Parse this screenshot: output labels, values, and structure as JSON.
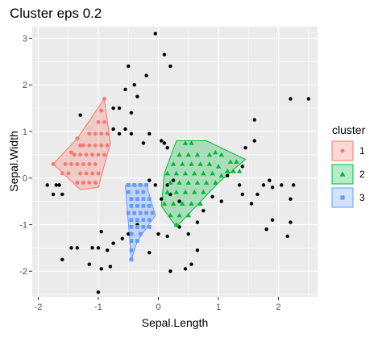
{
  "chart_data": {
    "type": "scatter",
    "title": "Cluster eps 0.2",
    "xlabel": "Sepal.Length",
    "ylabel": "Sepal.Width",
    "xlim": [
      -2.1,
      2.65
    ],
    "ylim": [
      -2.55,
      3.25
    ],
    "x_ticks": [
      -2,
      -1,
      0,
      1,
      2
    ],
    "y_ticks": [
      -2,
      -1,
      0,
      1,
      2,
      3
    ],
    "x_tick_labels": [
      "-2",
      "-1",
      "0",
      "1",
      "2"
    ],
    "y_tick_labels": [
      "-2",
      "-1",
      "0",
      "1",
      "2",
      "3"
    ],
    "grid": true,
    "panel_background": "#ebebeb",
    "grid_color": "#ffffff",
    "legend": {
      "title": "cluster",
      "position": "right",
      "items": [
        {
          "label": "1",
          "color": "#F8766D",
          "fill": "#F8766D",
          "shape": "circle"
        },
        {
          "label": "2",
          "color": "#00BA38",
          "fill": "#00BA38",
          "shape": "triangle"
        },
        {
          "label": "3",
          "color": "#619CFF",
          "fill": "#619CFF",
          "shape": "square"
        }
      ]
    },
    "noise": {
      "color": "#000000",
      "shape": "circle",
      "points": [
        [
          -0.05,
          3.1
        ],
        [
          -0.5,
          2.4
        ],
        [
          -0.4,
          2.0
        ],
        [
          -0.2,
          2.2
        ],
        [
          0.1,
          2.65
        ],
        [
          0.2,
          2.4
        ],
        [
          -1.3,
          1.35
        ],
        [
          -0.75,
          1.5
        ],
        [
          -0.65,
          1.5
        ],
        [
          -0.55,
          1.9
        ],
        [
          -0.45,
          1.4
        ],
        [
          -0.35,
          1.75
        ],
        [
          -0.75,
          1.05
        ],
        [
          -0.65,
          0.95
        ],
        [
          -0.55,
          1.05
        ],
        [
          -0.45,
          0.95
        ],
        [
          -0.25,
          0.75
        ],
        [
          -0.15,
          0.95
        ],
        [
          0.05,
          0.8
        ],
        [
          0.1,
          0.75
        ],
        [
          0.15,
          0.65
        ],
        [
          -1.7,
          -0.15
        ],
        [
          -1.6,
          -0.35
        ],
        [
          -1.75,
          -0.35
        ],
        [
          -1.85,
          -0.15
        ],
        [
          -1.65,
          -0.15
        ],
        [
          -0.15,
          -0.05
        ],
        [
          -0.05,
          -0.15
        ],
        [
          0.15,
          -0.15
        ],
        [
          0.25,
          -0.05
        ],
        [
          0.05,
          -0.45
        ],
        [
          0.2,
          -0.35
        ],
        [
          0.35,
          -0.5
        ],
        [
          0.0,
          -1.2
        ],
        [
          0.15,
          -1.25
        ],
        [
          0.35,
          -1.05
        ],
        [
          0.65,
          -0.95
        ],
        [
          0.75,
          -0.7
        ],
        [
          -1.0,
          -1.5
        ],
        [
          -1.1,
          -1.5
        ],
        [
          -1.35,
          -1.5
        ],
        [
          -1.45,
          -1.5
        ],
        [
          -0.85,
          -1.55
        ],
        [
          -0.95,
          -1.15
        ],
        [
          -0.75,
          -1.4
        ],
        [
          -0.6,
          -1.3
        ],
        [
          -0.5,
          -1.2
        ],
        [
          -0.35,
          -1.0
        ],
        [
          -1.15,
          -1.85
        ],
        [
          -1.6,
          -1.75
        ],
        [
          -0.95,
          -1.95
        ],
        [
          -0.8,
          -1.9
        ],
        [
          -0.15,
          -1.6
        ],
        [
          0.2,
          -2.0
        ],
        [
          0.45,
          -1.95
        ],
        [
          0.55,
          -1.85
        ],
        [
          0.65,
          -1.55
        ],
        [
          0.5,
          -1.2
        ],
        [
          -1.0,
          -2.45
        ],
        [
          0.9,
          -0.4
        ],
        [
          1.15,
          0.05
        ],
        [
          1.35,
          -0.15
        ],
        [
          1.4,
          0.25
        ],
        [
          1.45,
          0.65
        ],
        [
          1.6,
          1.25
        ],
        [
          1.6,
          0.8
        ],
        [
          1.75,
          -0.15
        ],
        [
          1.65,
          -0.35
        ],
        [
          1.85,
          -0.05
        ],
        [
          2.05,
          -0.15
        ],
        [
          2.25,
          -0.15
        ],
        [
          2.2,
          -0.45
        ],
        [
          1.9,
          -0.9
        ],
        [
          2.2,
          -0.95
        ],
        [
          1.55,
          -0.55
        ],
        [
          1.4,
          -0.35
        ],
        [
          1.05,
          -0.5
        ],
        [
          1.9,
          -0.2
        ],
        [
          2.2,
          1.7
        ],
        [
          2.5,
          1.7
        ],
        [
          1.8,
          -1.1
        ],
        [
          2.15,
          -1.25
        ]
      ]
    },
    "series": [
      {
        "name": "1",
        "color": "#F8766D",
        "shape": "circle",
        "hull": [
          [
            -1.75,
            0.3
          ],
          [
            -1.35,
            0.85
          ],
          [
            -0.9,
            1.7
          ],
          [
            -0.8,
            0.75
          ],
          [
            -1.0,
            -0.2
          ],
          [
            -1.3,
            -0.25
          ]
        ],
        "points": [
          [
            -1.75,
            0.3
          ],
          [
            -1.55,
            0.3
          ],
          [
            -1.45,
            0.3
          ],
          [
            -1.35,
            0.3
          ],
          [
            -1.25,
            0.3
          ],
          [
            -1.15,
            0.3
          ],
          [
            -1.05,
            0.3
          ],
          [
            -1.6,
            0.1
          ],
          [
            -1.5,
            0.1
          ],
          [
            -1.3,
            0.1
          ],
          [
            -1.2,
            0.1
          ],
          [
            -1.1,
            0.1
          ],
          [
            -1.0,
            0.1
          ],
          [
            -1.35,
            -0.1
          ],
          [
            -1.25,
            -0.1
          ],
          [
            -1.15,
            -0.1
          ],
          [
            -1.05,
            -0.1
          ],
          [
            -1.3,
            0.5
          ],
          [
            -1.2,
            0.5
          ],
          [
            -1.1,
            0.5
          ],
          [
            -1.0,
            0.5
          ],
          [
            -0.9,
            0.5
          ],
          [
            -1.25,
            0.7
          ],
          [
            -1.15,
            0.7
          ],
          [
            -1.05,
            0.7
          ],
          [
            -0.95,
            0.7
          ],
          [
            -0.85,
            0.7
          ],
          [
            -1.15,
            0.95
          ],
          [
            -1.05,
            0.95
          ],
          [
            -0.95,
            0.95
          ],
          [
            -0.85,
            0.95
          ],
          [
            -1.0,
            1.2
          ],
          [
            -0.9,
            1.2
          ],
          [
            -0.95,
            1.45
          ],
          [
            -0.9,
            1.7
          ],
          [
            -1.3,
            0.7
          ],
          [
            -1.4,
            0.5
          ],
          [
            -1.45,
            0.55
          ],
          [
            -1.35,
            0.85
          ]
        ]
      },
      {
        "name": "2",
        "color": "#00BA38",
        "shape": "triangle",
        "hull": [
          [
            0.3,
            0.8
          ],
          [
            0.8,
            0.8
          ],
          [
            1.45,
            0.4
          ],
          [
            1.0,
            -0.1
          ],
          [
            0.3,
            -1.05
          ],
          [
            0.05,
            -0.6
          ],
          [
            0.1,
            0.1
          ]
        ],
        "points": [
          [
            0.45,
            0.75
          ],
          [
            0.55,
            0.75
          ],
          [
            0.35,
            0.5
          ],
          [
            0.5,
            0.5
          ],
          [
            0.65,
            0.5
          ],
          [
            0.85,
            0.5
          ],
          [
            0.95,
            0.55
          ],
          [
            1.05,
            0.5
          ],
          [
            1.2,
            0.35
          ],
          [
            1.3,
            0.35
          ],
          [
            1.35,
            0.15
          ],
          [
            1.25,
            0.15
          ],
          [
            0.25,
            0.3
          ],
          [
            0.4,
            0.3
          ],
          [
            0.55,
            0.3
          ],
          [
            0.7,
            0.3
          ],
          [
            0.85,
            0.3
          ],
          [
            1.0,
            0.25
          ],
          [
            0.15,
            0.1
          ],
          [
            0.3,
            0.1
          ],
          [
            0.45,
            0.1
          ],
          [
            0.6,
            0.1
          ],
          [
            0.75,
            0.1
          ],
          [
            0.9,
            0.1
          ],
          [
            1.05,
            0.05
          ],
          [
            1.15,
            0.15
          ],
          [
            0.2,
            -0.1
          ],
          [
            0.35,
            -0.1
          ],
          [
            0.5,
            -0.1
          ],
          [
            0.65,
            -0.1
          ],
          [
            0.8,
            -0.1
          ],
          [
            0.95,
            -0.1
          ],
          [
            0.15,
            -0.3
          ],
          [
            0.3,
            -0.3
          ],
          [
            0.45,
            -0.3
          ],
          [
            0.6,
            -0.3
          ],
          [
            0.75,
            -0.3
          ],
          [
            0.1,
            -0.55
          ],
          [
            0.25,
            -0.55
          ],
          [
            0.4,
            -0.55
          ],
          [
            0.55,
            -0.55
          ],
          [
            0.7,
            -0.55
          ],
          [
            0.2,
            -0.8
          ],
          [
            0.35,
            -0.8
          ],
          [
            0.5,
            -0.8
          ],
          [
            0.3,
            -1.0
          ]
        ]
      },
      {
        "name": "3",
        "color": "#619CFF",
        "shape": "square",
        "hull": [
          [
            -0.55,
            -0.15
          ],
          [
            -0.2,
            -0.15
          ],
          [
            -0.05,
            -0.8
          ],
          [
            -0.35,
            -1.35
          ],
          [
            -0.45,
            -1.75
          ],
          [
            -0.5,
            -0.95
          ]
        ],
        "points": [
          [
            -0.5,
            -0.15
          ],
          [
            -0.4,
            -0.15
          ],
          [
            -0.3,
            -0.15
          ],
          [
            -0.2,
            -0.15
          ],
          [
            -0.5,
            -0.3
          ],
          [
            -0.35,
            -0.3
          ],
          [
            -0.25,
            -0.3
          ],
          [
            -0.45,
            -0.45
          ],
          [
            -0.35,
            -0.45
          ],
          [
            -0.25,
            -0.45
          ],
          [
            -0.15,
            -0.45
          ],
          [
            -0.45,
            -0.6
          ],
          [
            -0.35,
            -0.6
          ],
          [
            -0.25,
            -0.6
          ],
          [
            -0.15,
            -0.6
          ],
          [
            -0.5,
            -0.75
          ],
          [
            -0.4,
            -0.75
          ],
          [
            -0.3,
            -0.75
          ],
          [
            -0.2,
            -0.75
          ],
          [
            -0.1,
            -0.75
          ],
          [
            -0.45,
            -0.9
          ],
          [
            -0.35,
            -0.9
          ],
          [
            -0.25,
            -0.9
          ],
          [
            -0.15,
            -0.9
          ],
          [
            -0.45,
            -1.05
          ],
          [
            -0.35,
            -1.05
          ],
          [
            -0.25,
            -1.05
          ],
          [
            -0.15,
            -1.05
          ],
          [
            -0.45,
            -1.2
          ],
          [
            -0.3,
            -1.2
          ],
          [
            -0.45,
            -1.35
          ],
          [
            -0.35,
            -1.35
          ],
          [
            -0.45,
            -1.55
          ],
          [
            -0.45,
            -1.75
          ]
        ]
      }
    ]
  }
}
